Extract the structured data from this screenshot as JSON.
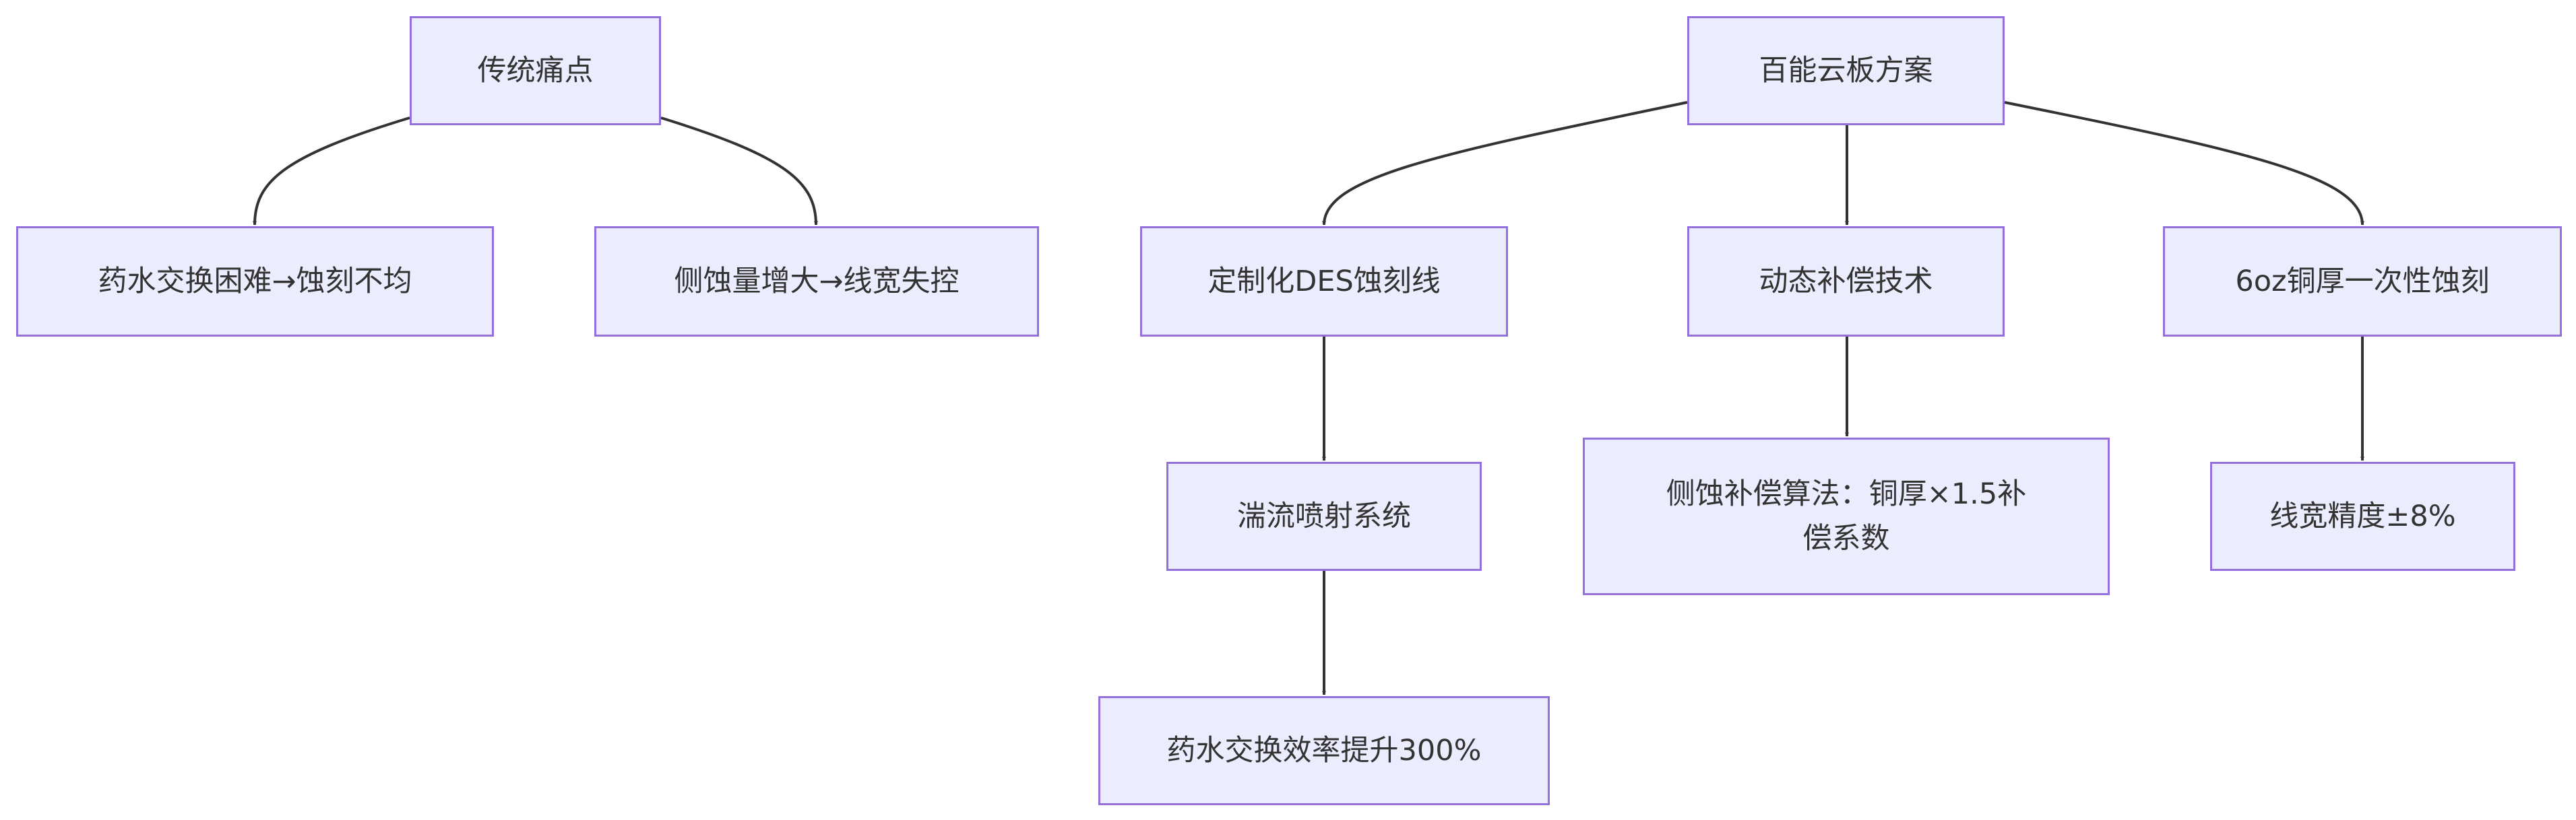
{
  "diagram": {
    "nodes": [
      {
        "id": "pain",
        "label": "传统痛点"
      },
      {
        "id": "pain1",
        "label": "药水交换困难→蚀刻不均"
      },
      {
        "id": "pain2",
        "label": "侧蚀量增大→线宽失控"
      },
      {
        "id": "solution",
        "label": "百能云板方案"
      },
      {
        "id": "des",
        "label": "定制化DES蚀刻线"
      },
      {
        "id": "spray",
        "label": "湍流喷射系统"
      },
      {
        "id": "efficiency",
        "label": "药水交换效率提升300%"
      },
      {
        "id": "comp",
        "label": "动态补偿技术"
      },
      {
        "id": "algo",
        "label": "侧蚀补偿算法：铜厚×1.5补偿系数"
      },
      {
        "id": "oz",
        "label": "6oz铜厚一次性蚀刻"
      },
      {
        "id": "precision",
        "label": "线宽精度±8%"
      }
    ],
    "edges": [
      {
        "from": "pain",
        "to": "pain1"
      },
      {
        "from": "pain",
        "to": "pain2"
      },
      {
        "from": "solution",
        "to": "des"
      },
      {
        "from": "solution",
        "to": "comp"
      },
      {
        "from": "solution",
        "to": "oz"
      },
      {
        "from": "des",
        "to": "spray"
      },
      {
        "from": "spray",
        "to": "efficiency"
      },
      {
        "from": "comp",
        "to": "algo"
      },
      {
        "from": "oz",
        "to": "precision"
      }
    ],
    "colors": {
      "node_fill": "#ECECFF",
      "node_border": "#9370DB",
      "edge": "#333333",
      "text": "#333333"
    }
  }
}
